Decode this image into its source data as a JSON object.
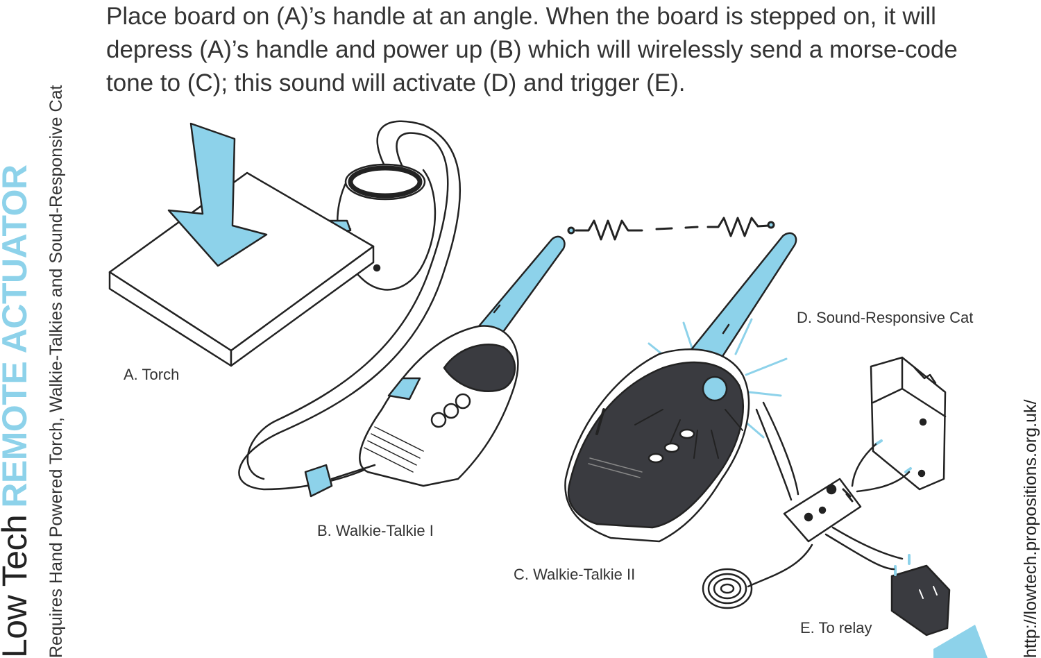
{
  "title": {
    "part1": "Low Tech",
    "part2": "REMOTE ACTUATOR"
  },
  "subtitle": "Requires Hand Powered Torch, Walkie-Talkies and Sound-Responsive Cat",
  "url": "http://lowtech.propositions.org.uk/",
  "instructions": "Place board on (A)’s handle at an angle. When the board is stepped on, it will depress (A)’s handle and power up (B) which will wirelessly send a morse-code tone to (C); this sound will activate (D) and trigger (E).",
  "labels": {
    "torch": "A. Torch",
    "walkie1": "B. Walkie-Talkie I",
    "walkie2": "C. Walkie-Talkie II",
    "cat": "D. Sound-Responsive Cat",
    "relay": "E. To relay"
  },
  "colors": {
    "accent": "#8dd2ea",
    "dark": "#3a3b40",
    "line": "#222222"
  },
  "icons": [
    "down-arrow-icon",
    "wireless-signal-icon",
    "triangle-corner-icon"
  ]
}
